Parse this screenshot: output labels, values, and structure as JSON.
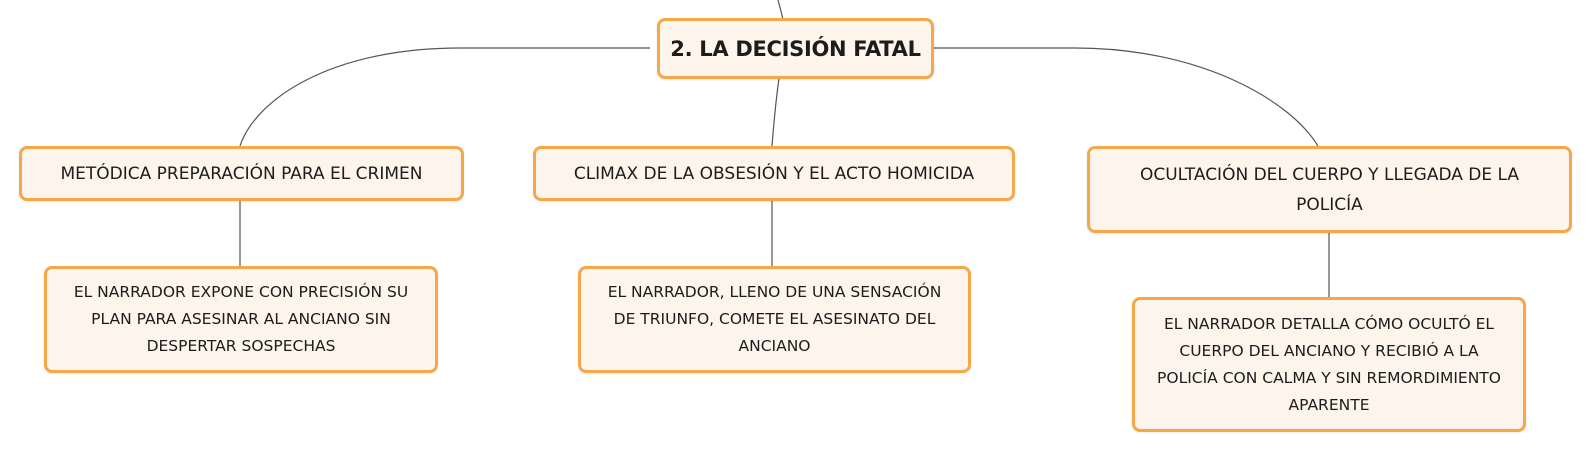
{
  "colors": {
    "node_fill": "#fdf4ec",
    "node_border": "#f5a84a",
    "connector": "#555555",
    "text": "#1c1c1c"
  },
  "root": {
    "label": "2. LA DECISIÓN FATAL"
  },
  "branches": [
    {
      "label": "METÓDICA PREPARACIÓN PARA EL CRIMEN",
      "child": "EL NARRADOR EXPONE CON PRECISIÓN SU PLAN PARA ASESINAR AL ANCIANO SIN DESPERTAR SOSPECHAS"
    },
    {
      "label": "CLIMAX DE LA OBSESIÓN Y EL ACTO HOMICIDA",
      "child": "EL NARRADOR, LLENO DE UNA SENSACIÓN DE TRIUNFO, COMETE EL ASESINATO DEL ANCIANO"
    },
    {
      "label": "OCULTACIÓN DEL CUERPO Y LLEGADA DE LA POLICÍA",
      "child": "EL NARRADOR DETALLA CÓMO OCULTÓ EL CUERPO DEL ANCIANO Y RECIBIÓ A LA POLICÍA CON CALMA Y SIN REMORDIMIENTO APARENTE"
    }
  ]
}
